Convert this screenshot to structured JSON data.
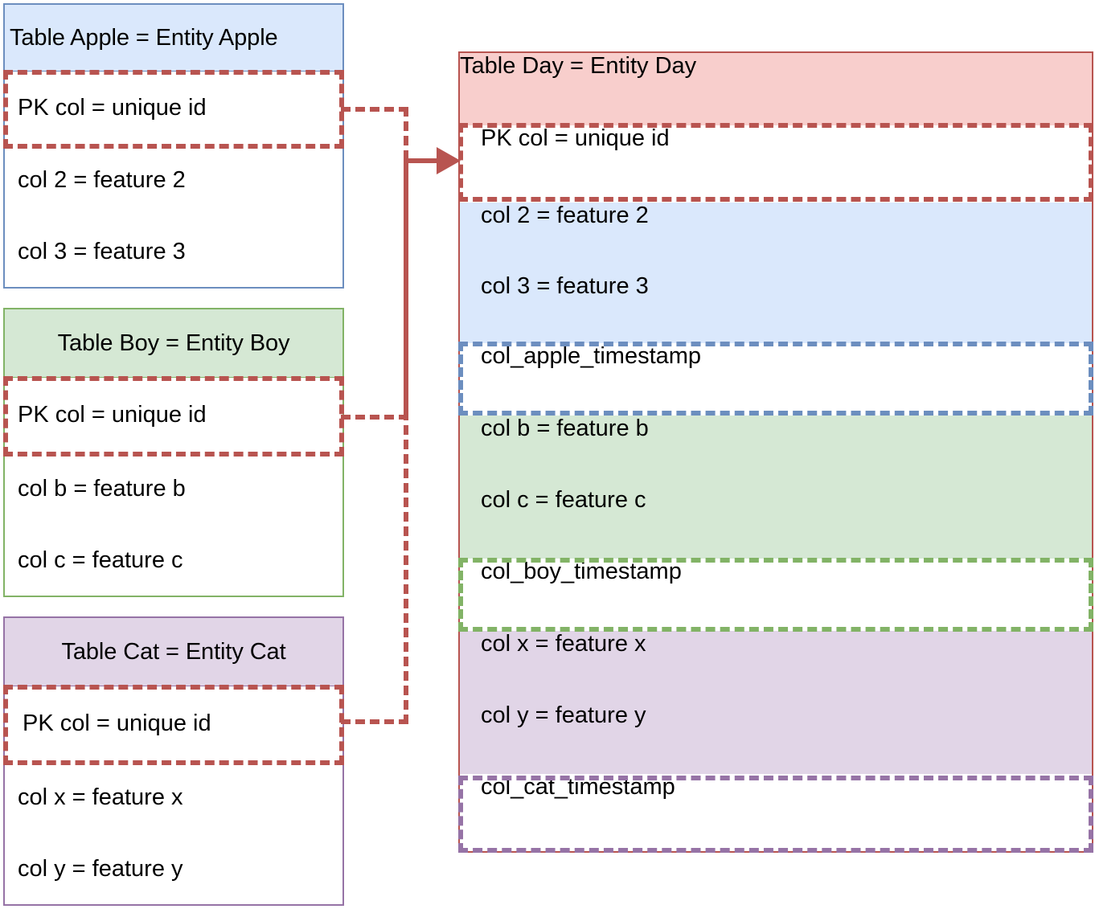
{
  "diagram": {
    "title_semantic": "entity-table-mapping-diagram",
    "colors": {
      "blue_fill": "#dae8fc",
      "blue_stroke": "#6c8ebf",
      "green_fill": "#d5e8d4",
      "green_stroke": "#82b366",
      "purple_fill": "#e1d5e7",
      "purple_stroke": "#9673a6",
      "red_fill": "#f8cecc",
      "red_stroke": "#b85450",
      "white": "#ffffff",
      "text": "#000000"
    }
  },
  "left_tables": [
    {
      "id": "apple",
      "header": "Table Apple = Entity Apple",
      "rows": [
        {
          "label": "PK col = unique id",
          "is_pk": true
        },
        {
          "label": "col 2 = feature 2",
          "is_pk": false
        },
        {
          "label": "col 3 = feature 3",
          "is_pk": false
        }
      ]
    },
    {
      "id": "boy",
      "header": "Table Boy = Entity Boy",
      "rows": [
        {
          "label": "PK col = unique id",
          "is_pk": true
        },
        {
          "label": "col b = feature b",
          "is_pk": false
        },
        {
          "label": "col c = feature c",
          "is_pk": false
        }
      ]
    },
    {
      "id": "cat",
      "header": "Table Cat = Entity Cat",
      "rows": [
        {
          "label": "PK col = unique id",
          "is_pk": true
        },
        {
          "label": "col x = feature x",
          "is_pk": false
        },
        {
          "label": "col y = feature y",
          "is_pk": false
        }
      ]
    }
  ],
  "day_table": {
    "id": "day",
    "header": "Table Day = Entity Day",
    "segments": [
      {
        "id": "pk",
        "fill": "white",
        "highlight": "red",
        "rows": [
          "PK col = unique id"
        ]
      },
      {
        "id": "apple-features",
        "fill": "blue",
        "highlight": "none",
        "rows": [
          "col 2 = feature 2",
          "col 3 = feature 3"
        ]
      },
      {
        "id": "apple-timestamp",
        "fill": "white",
        "highlight": "blue",
        "rows": [
          "col_apple_timestamp"
        ]
      },
      {
        "id": "boy-features",
        "fill": "green",
        "highlight": "none",
        "rows": [
          "col b = feature b",
          "col c = feature c"
        ]
      },
      {
        "id": "boy-timestamp",
        "fill": "white",
        "highlight": "green",
        "rows": [
          "col_boy_timestamp"
        ]
      },
      {
        "id": "cat-features",
        "fill": "purple",
        "highlight": "none",
        "rows": [
          "col x = feature x",
          "col y = feature y"
        ]
      },
      {
        "id": "cat-timestamp",
        "fill": "white",
        "highlight": "purple",
        "rows": [
          "col_cat_timestamp"
        ]
      }
    ]
  },
  "connectors": {
    "arrow_icon": "arrow-right-icon",
    "description": "Primary key columns of Apple, Boy and Cat tables all map to the PK col of Table Day",
    "sources": [
      "apple-pk",
      "boy-pk",
      "cat-pk"
    ],
    "target": "day-pk"
  }
}
